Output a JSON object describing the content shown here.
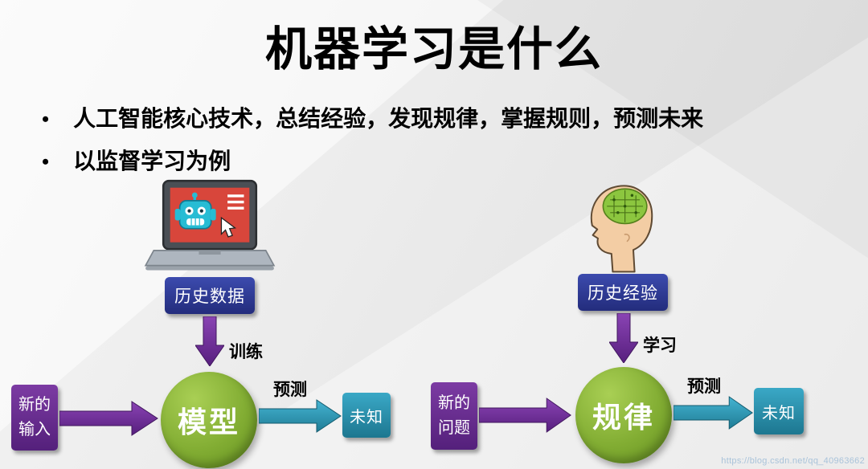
{
  "slide": {
    "title": "机器学习是什么",
    "bullets": [
      "人工智能核心技术，总结经验，发现规律，掌握规则，预测未来",
      "以监督学习为例"
    ],
    "flows": {
      "left": {
        "illustration": "laptop-robot",
        "source": "历史数据",
        "process_arrow": "训练",
        "node": "模型",
        "input": "新的\n输入",
        "output_arrow": "预测",
        "output": "未知"
      },
      "right": {
        "illustration": "head-brain",
        "source": "历史经验",
        "process_arrow": "学习",
        "node": "规律",
        "input": "新的\n问题",
        "output_arrow": "预测",
        "output": "未知"
      }
    },
    "watermark": "https://blog.csdn.net/qq_40963662",
    "colors": {
      "source_box_blue": "#2b3590",
      "arrow_purple": "#6b2e8f",
      "node_green": "#7aa62e",
      "predict_teal": "#2f99b5",
      "background_gray": "#eaeaea",
      "text_black": "#000000"
    }
  }
}
